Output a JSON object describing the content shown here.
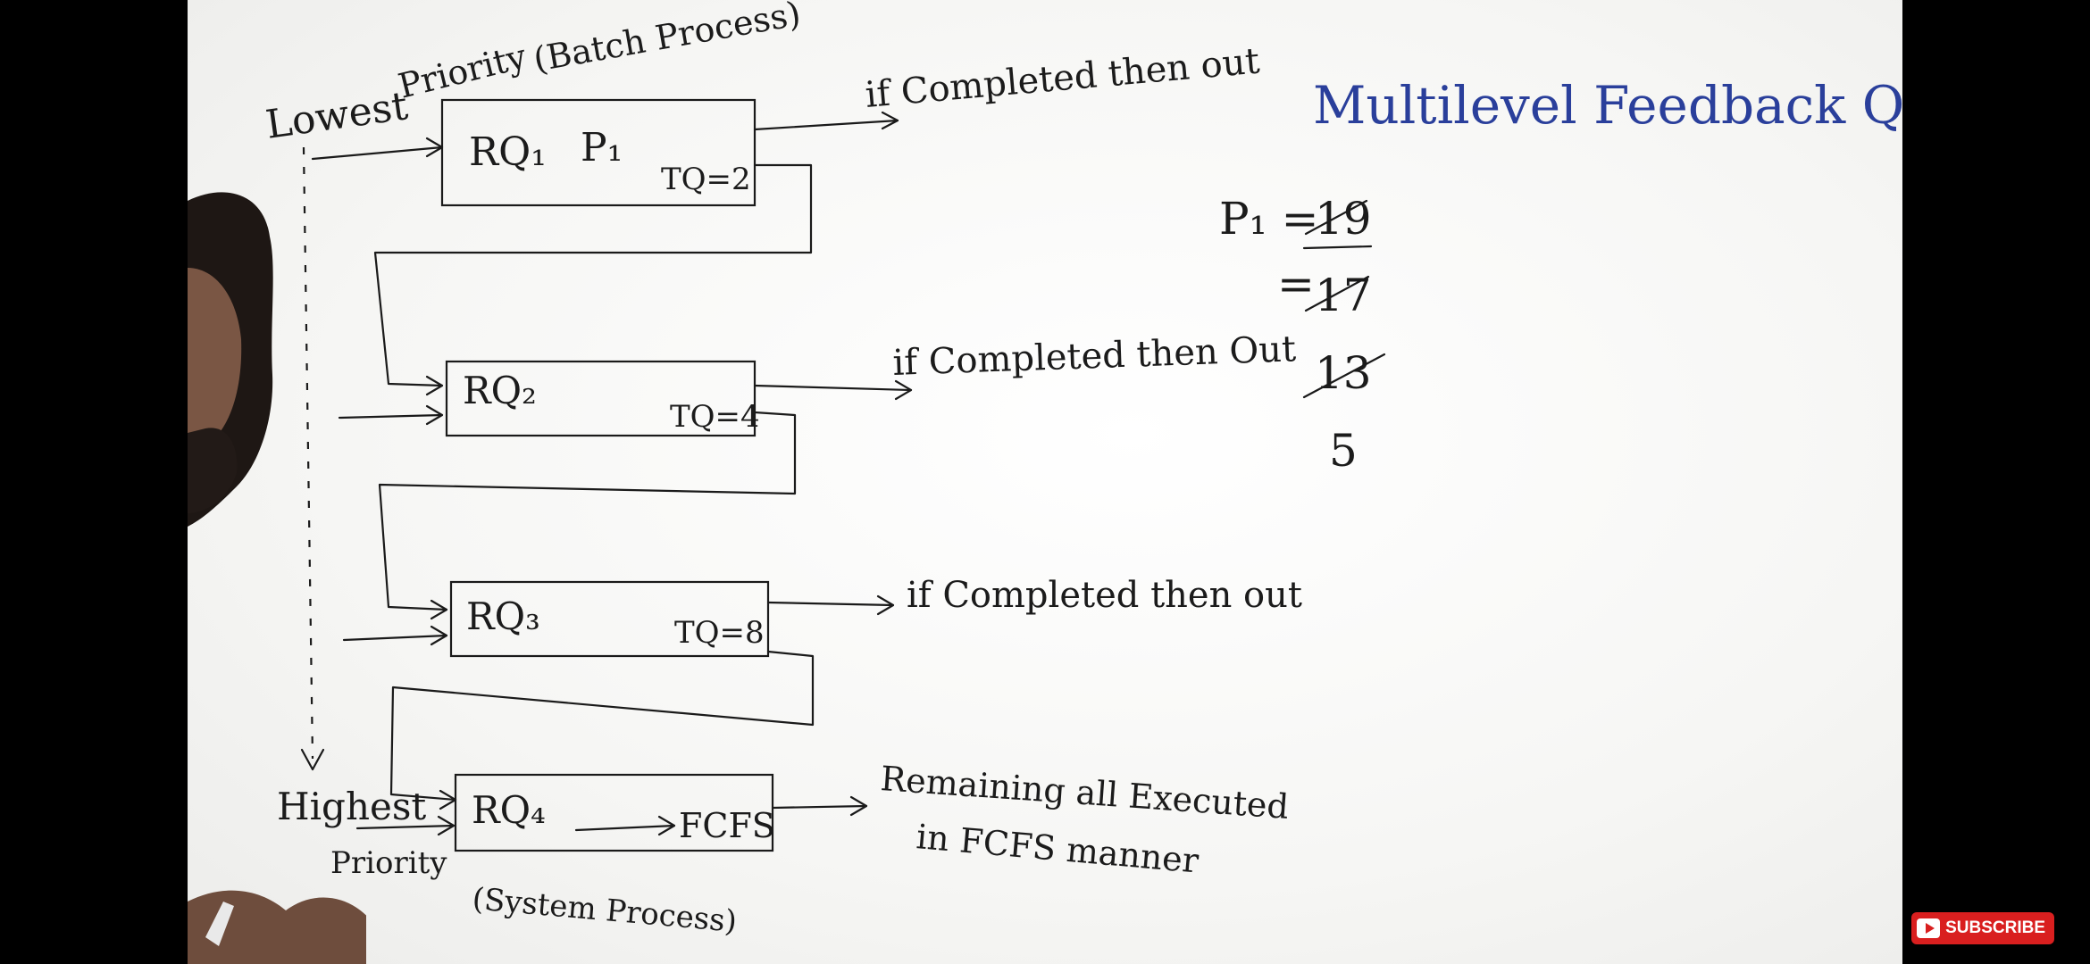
{
  "title": "Multilevel Feedback Queue",
  "top_note": {
    "lowest": "Lowest",
    "priority": "Priority",
    "batch": "(Batch Process)"
  },
  "bottom_note": {
    "highest": "Highest",
    "priority": "Priority",
    "system": "(System Process)"
  },
  "queues": [
    {
      "name": "RQ₁",
      "extra": "P₁",
      "tq": "TQ=2",
      "exit": "if Completed then out"
    },
    {
      "name": "RQ₂",
      "tq": "TQ=4",
      "exit": "if Completed then Out"
    },
    {
      "name": "RQ₃",
      "tq": "TQ=8",
      "exit": "if Completed then out"
    },
    {
      "name": "RQ₄",
      "algo": "FCFS",
      "exit_line1": "Remaining all Executed",
      "exit_line2": "in FCFS manner"
    }
  ],
  "calc": {
    "label": "P₁ =",
    "eq": "=",
    "values": [
      "19",
      "17",
      "13",
      "5"
    ]
  },
  "subscribe": "SUBSCRIBE",
  "colors": {
    "ink": "#1b1b1b",
    "title_blue": "#2a3f9b",
    "subscribe_red": "#d91f1f"
  }
}
